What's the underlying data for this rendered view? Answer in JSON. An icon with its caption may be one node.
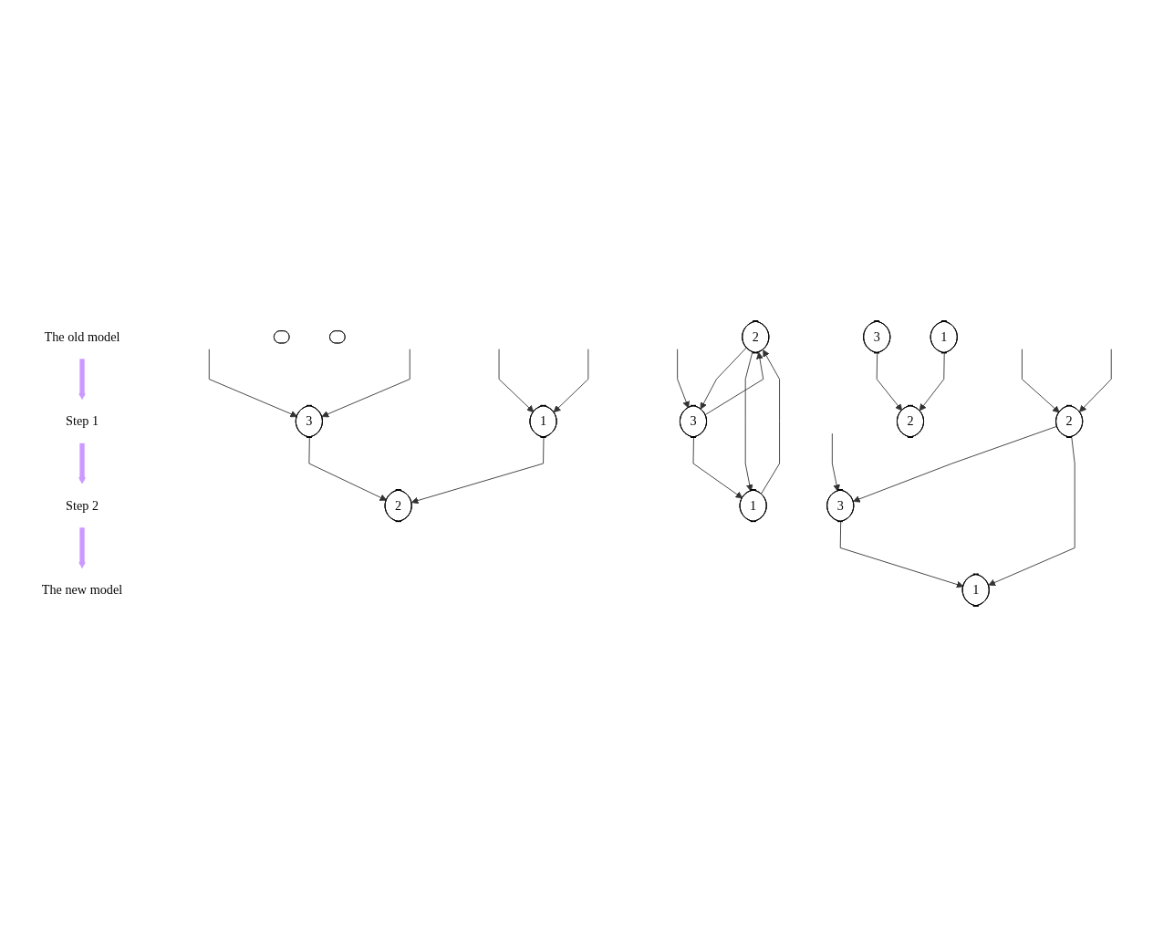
{
  "diagram": {
    "nodes": [
      {
        "text": [
          "2"
        ]
      },
      {
        "text": [
          "3"
        ]
      },
      {
        "text": [
          "1"
        ]
      },
      {
        "text": [
          "The old model"
        ]
      },
      {
        "text": [
          "2"
        ]
      },
      {
        "text": [
          "3"
        ]
      },
      {
        "text": [
          "1"
        ]
      },
      {
        "text": [
          "The new model"
        ]
      },
      {
        "text": [
          "2"
        ]
      },
      {
        "text": [
          "3"
        ]
      },
      {
        "text": [
          "1"
        ]
      },
      {
        "text": [],
        "shape": "ellipse"
      },
      {
        "text": [],
        "shape": "ellipse"
      },
      {
        "text": [
          "Step 1"
        ]
      },
      {
        "text": [
          "2"
        ]
      },
      {
        "text": [
          "3"
        ]
      },
      {
        "text": [
          "1"
        ]
      },
      {
        "text": [
          "Step 2"
        ]
      }
    ],
    "edges": [
      {
        "from": null,
        "to": 0,
        "arrow": "to"
      },
      {
        "from": null,
        "to": 0,
        "arrow": "to"
      },
      {
        "from": null,
        "to": 1,
        "arrow": "to"
      },
      {
        "from": 0,
        "to": 1,
        "arrow": "to"
      },
      {
        "from": 0,
        "to": 2,
        "arrow": "to"
      },
      {
        "from": 1,
        "to": 2,
        "arrow": "to"
      },
      {
        "from": null,
        "to": 5,
        "arrow": "to"
      },
      {
        "from": null,
        "to": 5,
        "arrow": "to"
      },
      {
        "from": 5,
        "to": 4,
        "arrow": "to"
      },
      {
        "from": 6,
        "to": 4,
        "arrow": "to"
      },
      {
        "from": null,
        "to": 6,
        "arrow": "to"
      },
      {
        "from": null,
        "to": 6,
        "arrow": "to"
      },
      {
        "from": null,
        "to": 9,
        "arrow": "to"
      },
      {
        "from": 9,
        "to": 8,
        "arrow": "to"
      },
      {
        "from": 8,
        "to": 9,
        "arrow": "to"
      },
      {
        "from": 8,
        "to": 10,
        "arrow": "to"
      },
      {
        "from": 10,
        "to": 8,
        "arrow": "to"
      },
      {
        "from": 9,
        "to": 10,
        "arrow": "to"
      },
      {
        "from": 15,
        "to": 14,
        "arrow": "to"
      },
      {
        "from": 16,
        "to": 14,
        "arrow": "to"
      },
      {
        "from": 3,
        "to": 13,
        "arrow": "to",
        "style": "thick",
        "color": "#cc99ff"
      },
      {
        "from": 13,
        "to": 17,
        "arrow": "to",
        "style": "thick",
        "color": "#cc99ff"
      },
      {
        "from": 17,
        "to": 7,
        "arrow": "to",
        "style": "thick",
        "color": "#cc99ff"
      }
    ]
  }
}
